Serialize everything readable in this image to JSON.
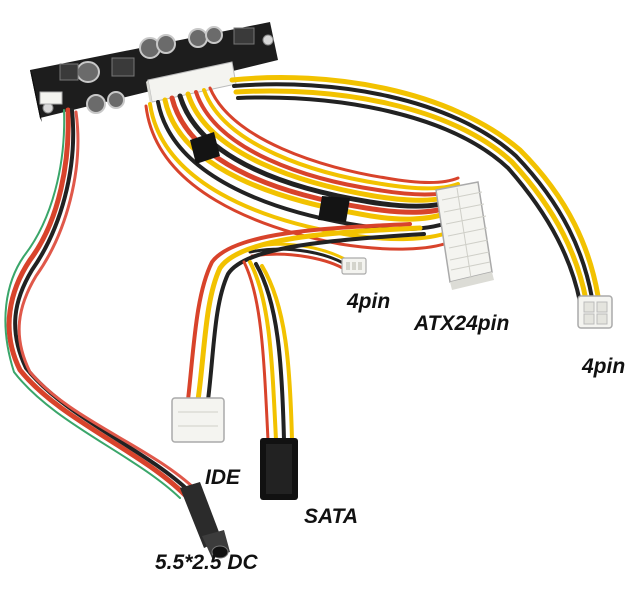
{
  "labels": {
    "aux_4pin": "4pin",
    "atx24pin": "ATX24pin",
    "cpu_4pin": "4pin",
    "ide": "IDE",
    "sata": "SATA",
    "dc_jack": "5.5*2.5 DC"
  },
  "colors": {
    "background": "#ffffff",
    "pcb": "#1a1a1a",
    "wire_yellow": "#f2c200",
    "wire_red": "#d8432b",
    "wire_black": "#222222",
    "wire_green": "#3aa66a",
    "connector_white": "#f4f4f0"
  }
}
